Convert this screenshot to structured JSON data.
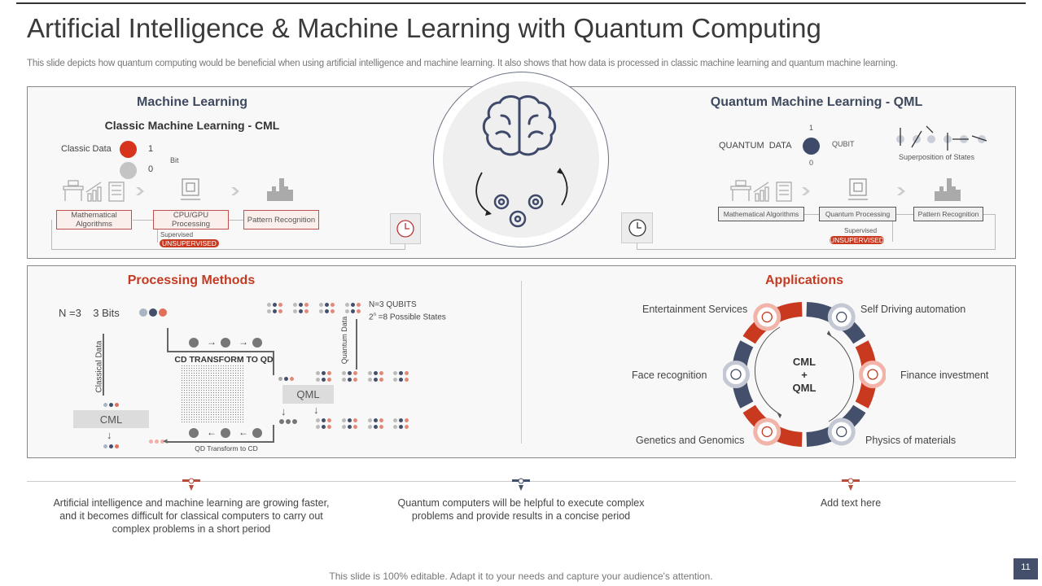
{
  "title": "Artificial Intelligence & Machine Learning with Quantum Computing",
  "subtitle": "This slide depicts how quantum computing would be beneficial when using artificial intelligence and machine learning. It also shows that how data is processed in classic machine learning and quantum machine learning.",
  "colors": {
    "red": "#c8391f",
    "navy": "#44506b",
    "grey": "#bbbbbb",
    "salmon": "#e0705a"
  },
  "ml": {
    "heading": "Machine Learning",
    "subheading": "Classic Machine Learning - CML",
    "classic_data": "Classic Data",
    "one": "1",
    "zero": "0",
    "bit": "Bit",
    "steps": [
      "Mathematical Algorithms",
      "CPU/GPU Processing",
      "Pattern Recognition"
    ],
    "supervised": "Supervised",
    "unsupervised": "UNSUPERVISED",
    "icons": [
      "calculator-chart-icon",
      "chevron-right-icon",
      "chip-icon",
      "chevron-right-icon",
      "pattern-icon",
      "clock-icon"
    ]
  },
  "qml": {
    "heading": "Quantum Machine Learning - QML",
    "quantum_data": "QUANTUM  DATA",
    "one": "1",
    "zero": "0",
    "qubit": "QUBIT",
    "superposition": "Superposition of States",
    "steps": [
      "Mathematical Algorithms",
      "Quantum  Processing",
      "Pattern Recognition"
    ],
    "supervised": "Supervised",
    "unsupervised": "UNSUPERVISED"
  },
  "center": {
    "icons": [
      "brain-icon",
      "gears-icon"
    ]
  },
  "processing": {
    "heading": "Processing Methods",
    "n_bits": "N =3    3 Bits",
    "classical_data": "Classical Data",
    "cml": "CML",
    "cd_to_qd": "CD TRANSFORM TO QD",
    "qml": "QML",
    "qd_to_cd": "QD Transform to CD",
    "quantum_data": "Quantum Data",
    "n_qubits": "N=3 QUBITS",
    "states_prefix": "2",
    "states_sup": "n",
    "states_suffix": " =8 Possible States"
  },
  "applications": {
    "heading": "Applications",
    "center_top": "CML",
    "center_mid": "+",
    "center_bottom": "QML",
    "items": [
      {
        "label": "Entertainment Services",
        "icon": "entertainment-icon"
      },
      {
        "label": "Self Driving automation",
        "icon": "robot-car-icon"
      },
      {
        "label": "Finance investment",
        "icon": "money-hand-icon"
      },
      {
        "label": "Physics of materials",
        "icon": "monitor-icon"
      },
      {
        "label": "Genetics and Genomics",
        "icon": "dna-icon"
      },
      {
        "label": "Face recognition",
        "icon": "face-scan-icon"
      }
    ]
  },
  "footer": {
    "points": [
      "Artificial intelligence and machine learning are growing faster, and it becomes difficult for classical computers to carry out complex problems  in a short period",
      "Quantum computers will be helpful to execute complex problems and provide  results in a concise period",
      "Add text here"
    ],
    "note": "This slide is 100% editable. Adapt it to your needs and capture your audience's attention.",
    "page_number": "11"
  }
}
